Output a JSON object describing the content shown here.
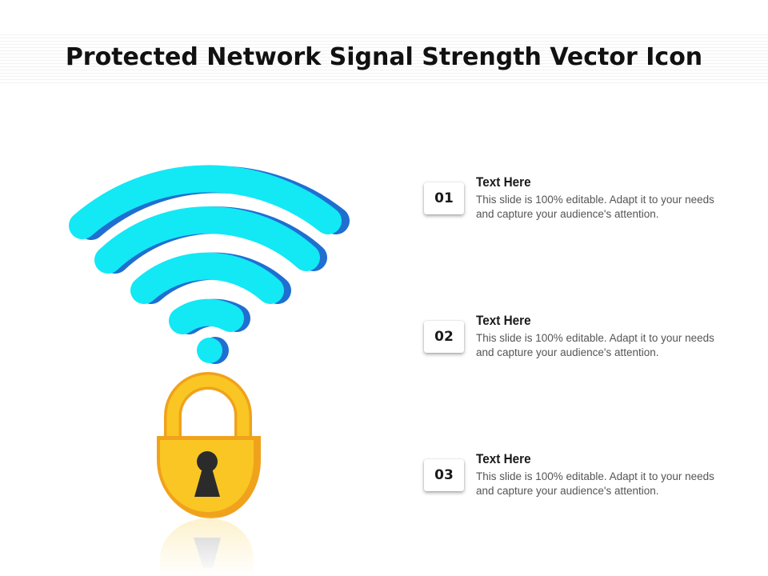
{
  "slide": {
    "title": "Protected Network Signal Strength Vector Icon"
  },
  "items": [
    {
      "number": "01",
      "heading": "Text Here",
      "description": "This slide is 100% editable. Adapt it to your needs and capture your audience's attention."
    },
    {
      "number": "02",
      "heading": "Text Here",
      "description": "This slide is 100% editable. Adapt it to your needs and capture your audience's attention."
    },
    {
      "number": "03",
      "heading": "Text Here",
      "description": "This slide is 100% editable. Adapt it to your needs and capture your audience's attention."
    }
  ],
  "icons": {
    "signal": "wifi-signal-icon",
    "lock": "padlock-icon"
  },
  "colors": {
    "signal_light": "#13e8f5",
    "signal_dark": "#1f6fd1",
    "lock_body": "#f9c623",
    "lock_edge": "#f0a21c",
    "keyhole": "#2b2b2b"
  }
}
